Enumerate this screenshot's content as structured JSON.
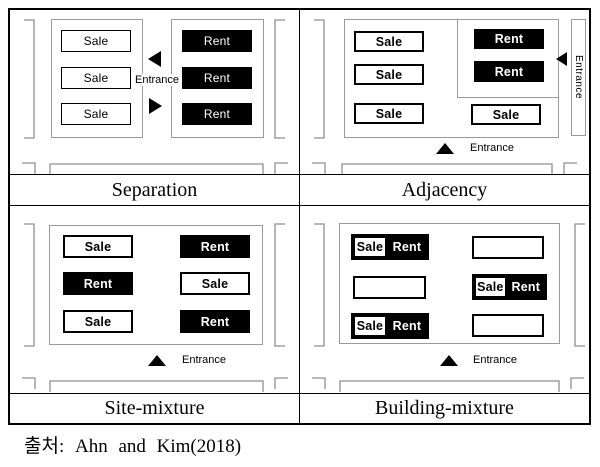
{
  "quadrants": {
    "separation": {
      "label": "Separation",
      "left_column": [
        "Sale",
        "Sale",
        "Sale"
      ],
      "right_column": [
        "Rent",
        "Rent",
        "Rent"
      ],
      "entrance": "Entrance"
    },
    "adjacency": {
      "label": "Adjacency",
      "left_column": [
        "Sale",
        "Sale",
        "Sale"
      ],
      "rent_block": [
        "Rent",
        "Rent"
      ],
      "corner_unit": "Sale",
      "side_entrance": "Entrance",
      "bottom_entrance": "Entrance"
    },
    "site_mixture": {
      "label": "Site-mixture",
      "left_column": [
        "Sale",
        "Rent",
        "Sale"
      ],
      "right_column": [
        "Rent",
        "Sale",
        "Rent"
      ],
      "bottom_entrance": "Entrance"
    },
    "building_mixture": {
      "label": "Building-mixture",
      "left_column": [
        {
          "type": "split",
          "sale": "Sale",
          "rent": "Rent"
        },
        {
          "type": "empty"
        },
        {
          "type": "split",
          "sale": "Sale",
          "rent": "Rent"
        }
      ],
      "right_column": [
        {
          "type": "empty"
        },
        {
          "type": "split",
          "sale": "Sale",
          "rent": "Rent"
        },
        {
          "type": "empty"
        }
      ],
      "bottom_entrance": "Entrance"
    }
  },
  "caption": "출처: Ahn and Kim(2018)",
  "colors": {
    "rent_unit_fill": "#000000",
    "rent_unit_text": "#ffffff",
    "sale_unit_fill": "#ffffff",
    "sale_unit_text": "#000000",
    "site_outline": "#9b9b9b",
    "table_border": "#000000"
  }
}
